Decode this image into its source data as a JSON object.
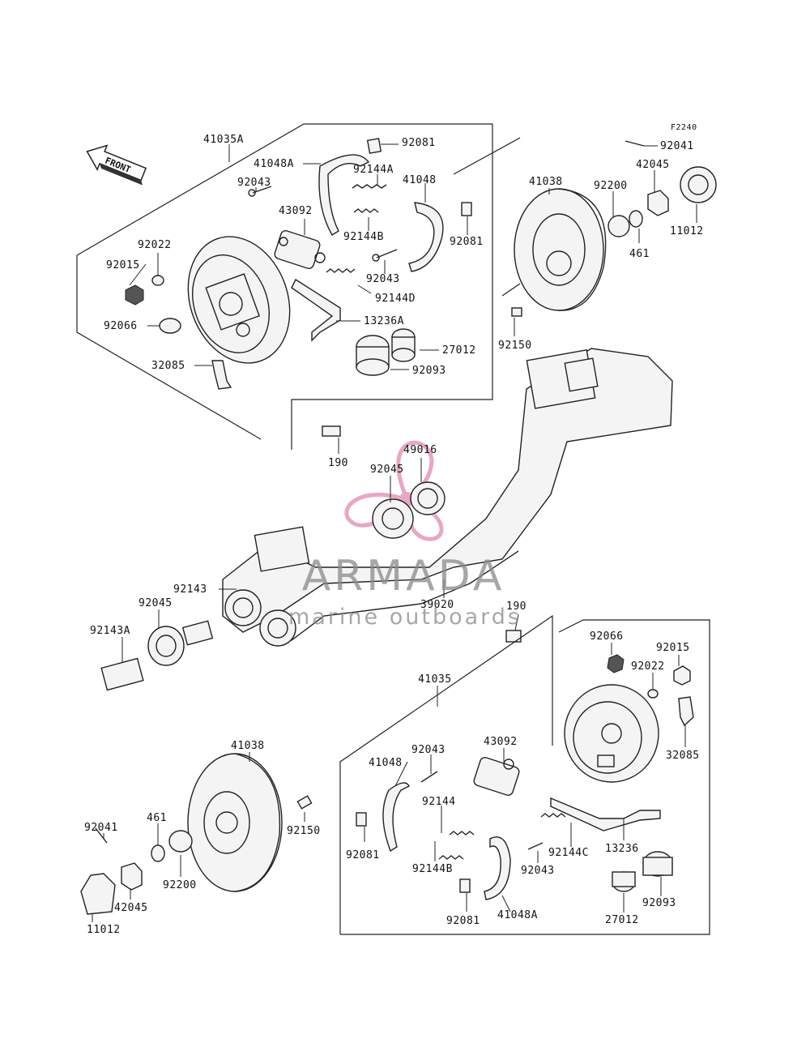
{
  "figure_ref": "F2240",
  "front_arrow": {
    "label": "FRONT"
  },
  "watermark": {
    "brand": "ARMADA",
    "tagline": "marine outboards",
    "logo_color": "#e8a7c4"
  },
  "labels": {
    "t41035A": "41035A",
    "t41048A_top": "41048A",
    "t92081_top1": "92081",
    "t92043_top1": "92043",
    "t92144A": "92144A",
    "t41048_top": "41048",
    "t43092_top": "43092",
    "t92144B_top": "92144B",
    "t92081_top2": "92081",
    "t92022_top": "92022",
    "t92015_top": "92015",
    "t92043_top2": "92043",
    "t92144D": "92144D",
    "t92066_top": "92066",
    "t13236A": "13236A",
    "t27012_top": "27012",
    "t32085_top": "32085",
    "t92093_top": "92093",
    "t92041_top": "92041",
    "t42045_top": "42045",
    "t41038_top": "41038",
    "t92200_top": "92200",
    "t11012_top": "11012",
    "t461_top": "461",
    "t92150_top": "92150",
    "t190_top": "190",
    "t49016": "49016",
    "t92045_mid": "92045",
    "t92143": "92143",
    "t92045_left": "92045",
    "t92143A": "92143A",
    "t39020": "39020",
    "t190_bot": "190",
    "t92066_bot": "92066",
    "t92015_bot": "92015",
    "t92022_bot": "92022",
    "t41035": "41035",
    "t32085_bot": "32085",
    "t41038_bot": "41038",
    "t92043_bot1": "92043",
    "t43092_bot": "43092",
    "t41048_bot": "41048",
    "t92144": "92144",
    "t92041_bot": "92041",
    "t461_bot": "461",
    "t92150_bot": "92150",
    "t92144C": "92144C",
    "t13236": "13236",
    "t92081_bot1": "92081",
    "t92144B_bot": "92144B",
    "t92043_bot2": "92043",
    "t42045_bot": "42045",
    "t92200_bot": "92200",
    "t92093_bot": "92093",
    "t11012_bot": "11012",
    "t92081_bot2": "92081",
    "t41048A_bot": "41048A",
    "t27012_bot": "27012"
  }
}
